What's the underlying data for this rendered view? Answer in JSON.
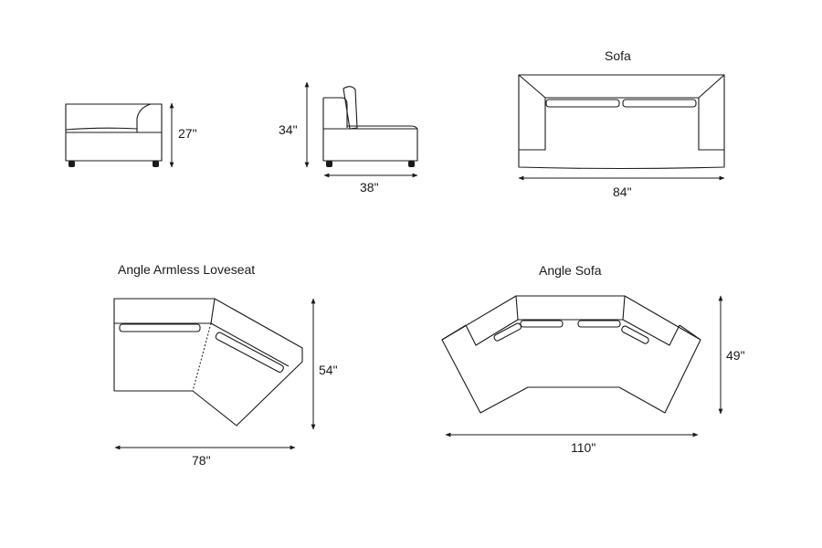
{
  "diagrams": {
    "armless_front": {
      "height": "27\""
    },
    "side_view": {
      "height": "34\"",
      "depth": "38\""
    },
    "sofa": {
      "title": "Sofa",
      "width": "84\""
    },
    "angle_loveseat": {
      "title": "Angle Armless Loveseat",
      "width": "78\"",
      "depth": "54\""
    },
    "angle_sofa": {
      "title": "Angle Sofa",
      "width": "110\"",
      "depth": "49\""
    }
  },
  "colors": {
    "line": "#1a1a1a",
    "background": "#ffffff"
  },
  "arrowhead": "dimension-arrow-icon"
}
